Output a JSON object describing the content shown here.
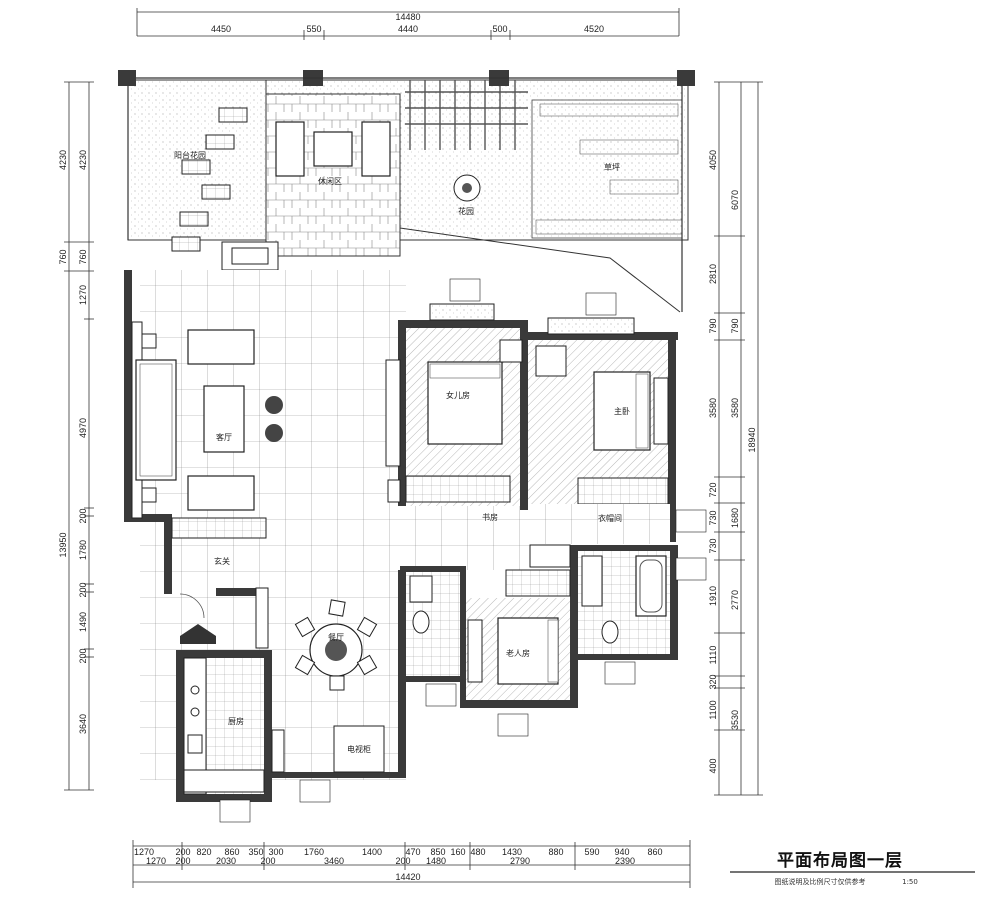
{
  "top_dims": {
    "total": "14480",
    "segments": [
      "4450",
      "550",
      "4440",
      "500",
      "4520"
    ]
  },
  "bottom_dims": {
    "row1": [
      "1270",
      "200",
      "820",
      "860",
      "350",
      "300",
      "1760",
      "1400",
      "470",
      "850",
      "160",
      "480",
      "1430",
      "880",
      "590",
      "940",
      "860"
    ],
    "row2": [
      "1270",
      "200",
      "2030",
      "200",
      "3460",
      "200",
      "1480",
      "2790",
      "2390"
    ],
    "total": "14420"
  },
  "left_dims": {
    "outer": [
      "4230",
      "760",
      "1270",
      "4970",
      "200",
      "1780",
      "200",
      "1490",
      "200",
      "3640"
    ],
    "inner": [
      "4230",
      "760",
      "13950"
    ]
  },
  "right_dims": {
    "inner": [
      "4050",
      "2810",
      "790",
      "3580",
      "720",
      "730",
      "730",
      "1910",
      "1110",
      "320",
      "1100",
      "400"
    ],
    "mid": [
      "6070",
      "790",
      "3580",
      "1680",
      "2770",
      "3530"
    ],
    "total": "18940"
  },
  "rooms": {
    "sunroom": "阳台花园",
    "pavilion": "休闲区",
    "garden_center": "花园",
    "lawn": "草坪",
    "living": "客厅",
    "study": "书房",
    "bedroom_child": "女儿房",
    "bedroom_master": "主卧",
    "walkin": "衣帽间",
    "bedroom_elder": "老人房",
    "kitchen": "厨房",
    "dining": "餐厅",
    "entry": "玄关",
    "tv": "电视柜"
  },
  "title": {
    "main": "平面布局图一层",
    "sub": "图纸说明及比例尺寸仅供参考",
    "scale": "1:50"
  }
}
